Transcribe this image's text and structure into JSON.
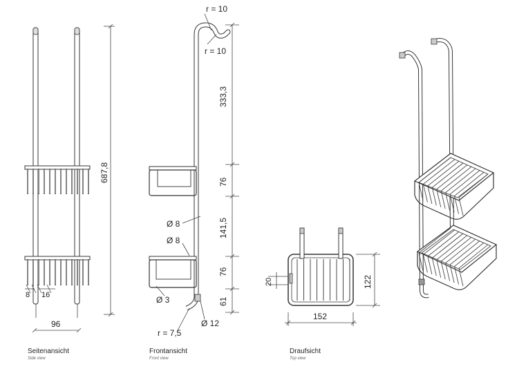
{
  "views": {
    "side": {
      "caption": "Seitenansicht",
      "caption_en": "Side view",
      "dims": {
        "d8": "8",
        "d16": "16",
        "width": "96",
        "height": "687,8"
      }
    },
    "front": {
      "caption": "Frontansicht",
      "caption_en": "Front view",
      "dims": {
        "r_top1": "r = 10",
        "r_top2": "r = 10",
        "seg1": "333,3",
        "seg2": "76",
        "seg3": "141,5",
        "seg4": "76",
        "seg5": "61",
        "dia_rod": "Ø 8",
        "dia_basket": "Ø 8",
        "dia_wire": "Ø 3",
        "dia_end": "Ø 12",
        "r_bottom": "r = 7,5"
      }
    },
    "top": {
      "caption": "Draufsicht",
      "caption_en": "Top view",
      "dims": {
        "d20": "20",
        "depth": "122",
        "width": "152"
      }
    }
  }
}
